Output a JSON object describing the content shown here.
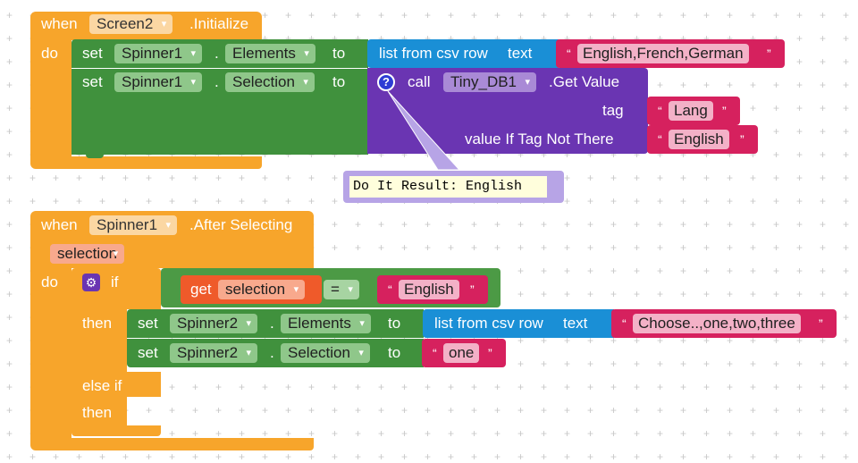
{
  "event1": {
    "when": "when",
    "component": "Screen2",
    "event": ".Initialize",
    "do": "do"
  },
  "row1": {
    "set": "set",
    "component": "Spinner1",
    "dot": ".",
    "property": "Elements",
    "to": "to",
    "list_label": "list from csv row",
    "text_label": "text",
    "value": "English,French,German"
  },
  "row2": {
    "set": "set",
    "component": "Spinner1",
    "dot": ".",
    "property": "Selection",
    "to": "to",
    "help": "?",
    "call": "call",
    "db": "Tiny_DB1",
    "method": ".Get Value",
    "tag_label": "tag",
    "tag_value": "Lang",
    "default_label": "value If Tag Not There",
    "default_value": "English"
  },
  "tooltip": {
    "text": "Do It Result: English"
  },
  "event2": {
    "when": "when",
    "component": "Spinner1",
    "event": ".After Selecting",
    "param": "selection",
    "do": "do"
  },
  "ifblock": {
    "if": "if",
    "get": "get",
    "var": "selection",
    "op": "=",
    "compare": "English",
    "then": "then",
    "else_if": "else if",
    "then2": "then"
  },
  "row3": {
    "set": "set",
    "component": "Spinner2",
    "dot": ".",
    "property": "Elements",
    "to": "to",
    "list_label": "list from csv row",
    "text_label": "text",
    "value": "Choose..,one,two,three"
  },
  "row4": {
    "set": "set",
    "component": "Spinner2",
    "dot": ".",
    "property": "Selection",
    "to": "to",
    "value": "one"
  },
  "quote_open": "“",
  "quote_close": "”",
  "colors": {
    "event": "#f7a52b",
    "set": "#40913d",
    "call": "#6a35b2",
    "text": "#d6215e",
    "get": "#ef5a2a"
  }
}
